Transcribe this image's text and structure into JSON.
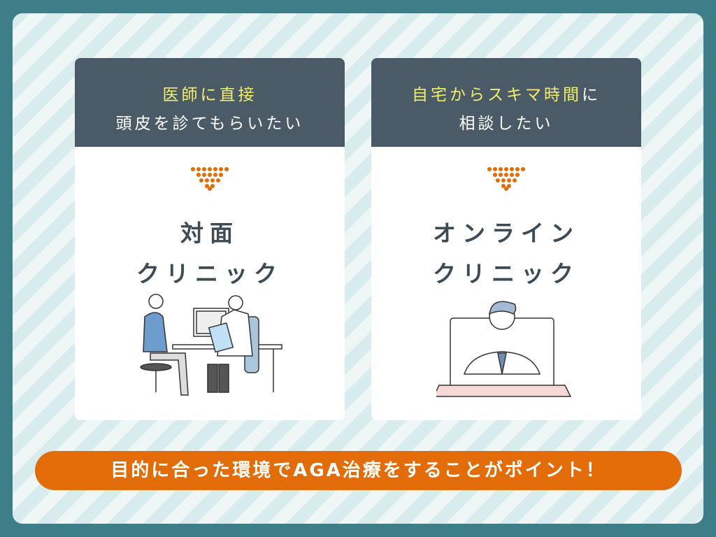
{
  "cards": [
    {
      "header_highlight": "医師に直接",
      "header_line2": "頭皮を診てもらいたい",
      "title_line1": "対面",
      "title_line2": "クリニック",
      "illustration": "doctor-consultation"
    },
    {
      "header_highlight": "自宅からスキマ時間",
      "header_highlight_suffix": "に",
      "header_line2": "相談したい",
      "title_line1": "オンライン",
      "title_line2": "クリニック",
      "illustration": "online-doctor-laptop"
    }
  ],
  "footer": {
    "text": "目的に合った環境でAGA治療をすることがポイント！"
  },
  "colors": {
    "accent": "#e26d08",
    "header": "#4a5b67",
    "highlight": "#f2ee6a",
    "background": "#3e7e88"
  }
}
